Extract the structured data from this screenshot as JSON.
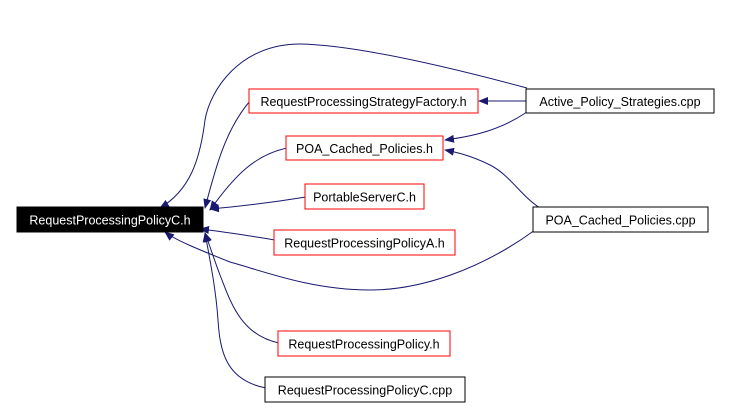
{
  "diagram": {
    "colors": {
      "edge": "#191970",
      "header_fill": "#000000",
      "header_text": "#ffffff",
      "header_border": "#000000",
      "header_file_border": "#ff0000",
      "source_file_border": "#000000",
      "text": "#000000",
      "background": "#ffffff"
    },
    "nodes": {
      "main": {
        "label": "RequestProcessingPolicyC.h",
        "kind": "focus"
      },
      "strategy_factory": {
        "label": "RequestProcessingStrategyFactory.h",
        "kind": "header"
      },
      "cached_policies_h": {
        "label": "POA_Cached_Policies.h",
        "kind": "header"
      },
      "portable_server_c": {
        "label": "PortableServerC.h",
        "kind": "header"
      },
      "policy_a": {
        "label": "RequestProcessingPolicyA.h",
        "kind": "header"
      },
      "policy_h": {
        "label": "RequestProcessingPolicy.h",
        "kind": "header"
      },
      "policy_c_cpp": {
        "label": "RequestProcessingPolicyC.cpp",
        "kind": "source"
      },
      "active_strategies": {
        "label": "Active_Policy_Strategies.cpp",
        "kind": "source"
      },
      "cached_policies_cpp": {
        "label": "POA_Cached_Policies.cpp",
        "kind": "source"
      }
    },
    "edges": [
      {
        "from": "active_strategies",
        "to": "strategy_factory"
      },
      {
        "from": "active_strategies",
        "to": "cached_policies_h"
      },
      {
        "from": "active_strategies",
        "to": "main"
      },
      {
        "from": "cached_policies_cpp",
        "to": "cached_policies_h"
      },
      {
        "from": "cached_policies_cpp",
        "to": "main"
      },
      {
        "from": "strategy_factory",
        "to": "main"
      },
      {
        "from": "cached_policies_h",
        "to": "main"
      },
      {
        "from": "portable_server_c",
        "to": "main"
      },
      {
        "from": "policy_a",
        "to": "main"
      },
      {
        "from": "policy_h",
        "to": "main"
      },
      {
        "from": "policy_c_cpp",
        "to": "main"
      }
    ]
  }
}
